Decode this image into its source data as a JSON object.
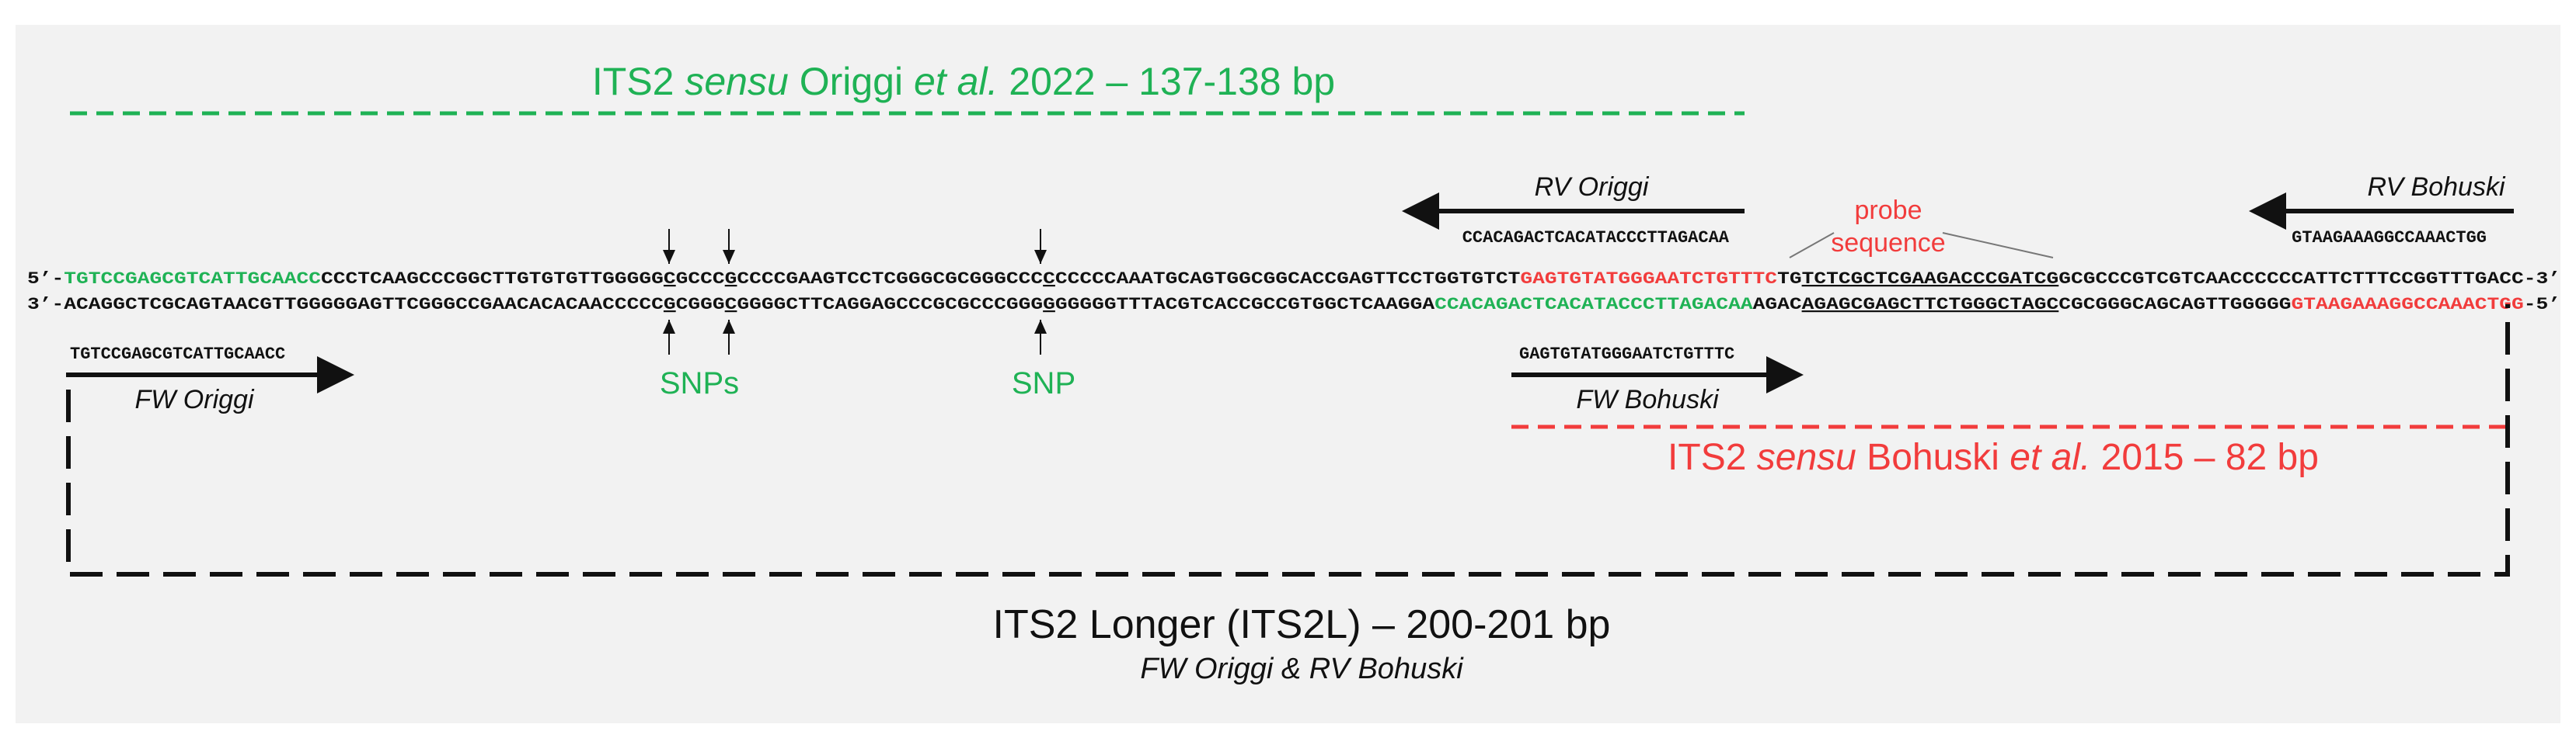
{
  "colors": {
    "green": "#1fb255",
    "red": "#f23c3c",
    "black": "#111111",
    "panel": "#f2f2f2"
  },
  "origgi_region": {
    "prefix": "ITS2 ",
    "sensu": "sensu",
    "author": " Origgi ",
    "etal": "et al.",
    "suffix": " 2022 – 137-138 bp"
  },
  "bohuski_region": {
    "prefix": "ITS2 ",
    "sensu": "sensu",
    "author": " Bohuski ",
    "etal": "et al.",
    "suffix": " 2015 – 82 bp"
  },
  "longer_region": {
    "title": "ITS2 Longer (ITS2L) – 200-201 bp",
    "subtitle": "FW Origgi & RV Bohuski"
  },
  "primers": {
    "rv_origgi": {
      "label": "RV Origgi",
      "seq": "CCACAGACTCACATACCCTTAGACAA"
    },
    "rv_bohuski": {
      "label": "RV Bohuski",
      "seq": "GTAAGAAAGGCCAAACTGG"
    },
    "fw_origgi": {
      "label": "FW Origgi",
      "seq": "TGTCCGAGCGTCATTGCAACC"
    },
    "fw_bohuski": {
      "label": "FW Bohuski",
      "seq": "GAGTGTATGGGAATCTGTTTC"
    }
  },
  "probe": {
    "line1": "probe",
    "line2": "sequence"
  },
  "snp_labels": {
    "plural": "SNPs",
    "single": "SNP"
  },
  "strand_top": {
    "end5": "5’-",
    "end3": "-3’",
    "seg_green": "TGTCCGAGCGTCATTGCAACC",
    "seg_a": "CCCTCAAGCCCGGCTTGTGTGTTGGGGG",
    "snp1": "C",
    "seg_b": "GCCC",
    "snp2": "G",
    "seg_c": "CCCCGAAGTCCTCGGGCGCGGGCCC",
    "snp3": "C",
    "seg_d": "CCCCCAAATGCAGTGGCGGCACCGAGTTCCTGGTGTCT",
    "seg_red": "GAGTGTATGGGAATCTGTTTC",
    "seg_e": "TG",
    "seg_probe": "TCTCGCTCGAAGACCCGATCG",
    "seg_f": "GCGCCCGTCGTCAACCCCCCATTCTTTCCGGTTTGACC"
  },
  "strand_bottom": {
    "end3": "3’-",
    "end5": "-5’",
    "seg_a": "ACAGGCTCGCAGTAACGTTGGGGGAGTTCGGGCCGAACACACAACCCCC",
    "snp1": "G",
    "seg_b": "CGGG",
    "snp2": "C",
    "seg_c": "GGGGCTTCAGGAGCCCGCGCCCGGG",
    "snp3": "G",
    "seg_d": "GGGGGTTTACGTCACCGCCGTGGCTCAAGGA",
    "seg_green": "CCACAGACTCACATACCCTTAGACAA",
    "seg_e": "AGAC",
    "seg_probe": "AGAGCGAGCTTCTGGGCTAGC",
    "seg_f": "CGCGGGCAGCAGTTGGGGG",
    "seg_red": "GTAAGAAAGGCCAAACTGG"
  }
}
